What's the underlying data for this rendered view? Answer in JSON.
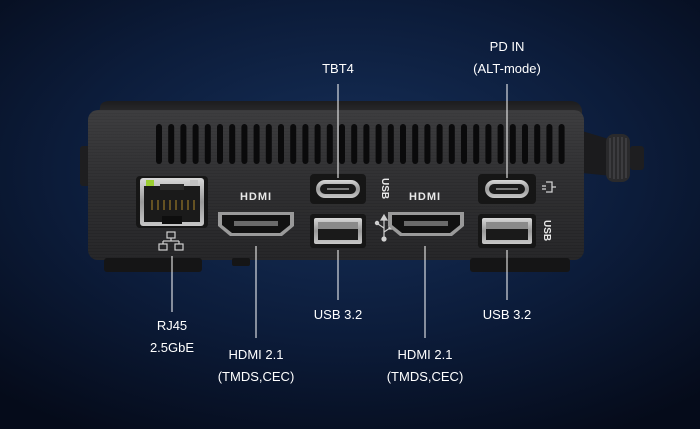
{
  "colors": {
    "background": "#0c1c3a",
    "chassis": "#2c2c2e",
    "text": "#ffffff"
  },
  "device": {
    "port_marks": {
      "hdmi_left": "HDMI",
      "hdmi_right": "HDMI",
      "usb_vertical_1": "USB",
      "usb_vertical_2": "USB"
    },
    "icons": [
      "ethernet-icon",
      "usb-trident-icon",
      "power-delivery-icon"
    ]
  },
  "callouts": {
    "tbt4": "TBT4",
    "pd_in_line1": "PD IN",
    "pd_in_line2": "(ALT-mode)",
    "rj45_line1": "RJ45",
    "rj45_line2": "2.5GbE",
    "hdmi_left_line1": "HDMI 2.1",
    "hdmi_left_line2": "(TMDS,CEC)",
    "usb_left": "USB 3.2",
    "hdmi_right_line1": "HDMI 2.1",
    "hdmi_right_line2": "(TMDS,CEC)",
    "usb_right": "USB 3.2"
  }
}
